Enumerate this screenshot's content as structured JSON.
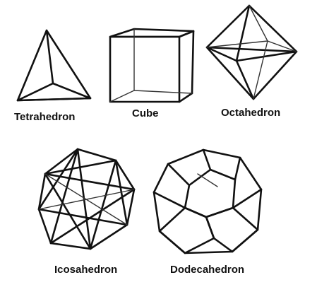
{
  "solids": [
    {
      "id": "tetrahedron",
      "label": "Tetrahedron"
    },
    {
      "id": "cube",
      "label": "Cube"
    },
    {
      "id": "octahedron",
      "label": "Octahedron"
    },
    {
      "id": "icosahedron",
      "label": "Icosahedron"
    },
    {
      "id": "dodecahedron",
      "label": "Dodecahedron"
    }
  ],
  "colors": {
    "ink": "#111111",
    "background": "#ffffff"
  }
}
